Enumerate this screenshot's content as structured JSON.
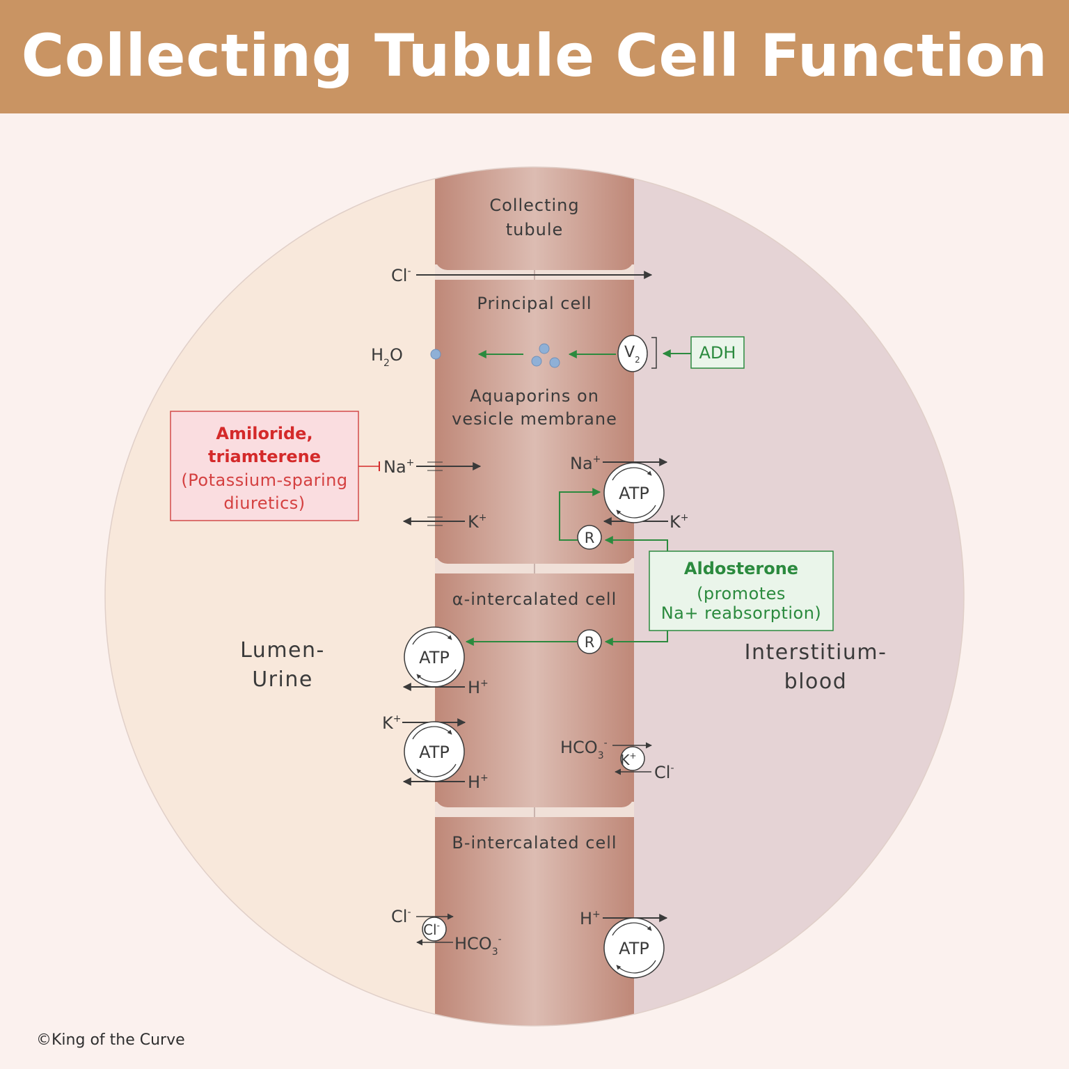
{
  "header": {
    "title": "Collecting Tubule Cell Function"
  },
  "regions": {
    "lumen": [
      "Lumen-",
      "Urine"
    ],
    "interstitium": [
      "Interstitium-",
      "blood"
    ]
  },
  "tubule": {
    "label": [
      "Collecting",
      "tubule"
    ],
    "cl_ion": "Cl",
    "cl_sup": "-"
  },
  "principal_cell": {
    "title": "Principal cell",
    "h2o": {
      "h": "H",
      "sub": "2",
      "o": "O"
    },
    "v2": {
      "v": "V",
      "sub": "2"
    },
    "adh": "ADH",
    "aquaporin_label": [
      "Aquaporins on",
      "vesicle membrane"
    ],
    "na_lumen": "Na",
    "k_lumen": "K",
    "na_pump": "Na",
    "k_pump": "K",
    "plus": "+",
    "atp": "ATP",
    "receptor": "R"
  },
  "drug_box": {
    "name": [
      "Amiloride,",
      "triamterene"
    ],
    "class": [
      "(Potassium-sparing",
      "diuretics)"
    ]
  },
  "aldosterone_box": {
    "name": "Aldosterone",
    "note": [
      "(promotes",
      "Na+ reabsorption)"
    ]
  },
  "alpha_cell": {
    "title": "α-intercalated cell",
    "receptor": "R",
    "atp1": "ATP",
    "h1": "H",
    "k": "K",
    "atp2": "ATP",
    "h2": "H",
    "hco3": {
      "hco": "HCO",
      "sub": "3",
      "sup": "-"
    },
    "exchanger": "K",
    "cl": "Cl",
    "cl_sup": "-",
    "plus": "+"
  },
  "beta_cell": {
    "title": "B-intercalated cell",
    "cl": "Cl",
    "cl_sup": "-",
    "exchanger": "Cl",
    "hco3": {
      "hco": "HCO",
      "sub": "3",
      "sup": "-"
    },
    "h": "H",
    "plus": "+",
    "atp": "ATP"
  },
  "footer": {
    "copyright": "©King of the Curve"
  },
  "colors": {
    "header": "#c99463",
    "lumen": "#f8e8db",
    "interstitium": "#e5d3d5",
    "cell": "#c08a7b",
    "green": "#2b8a3e",
    "red": "#d42a2a",
    "dark": "#3a3a3a",
    "aquaporin": "#8fb0d6"
  }
}
